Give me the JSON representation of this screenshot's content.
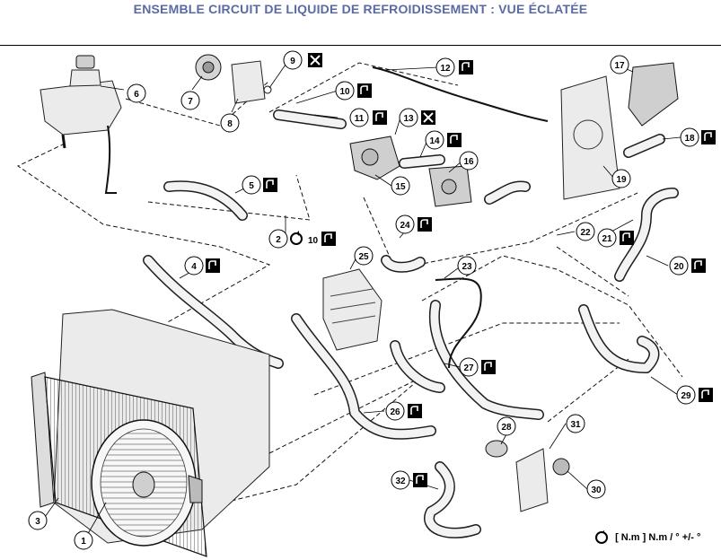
{
  "title": "ENSEMBLE CIRCUIT DE LIQUIDE DE REFROIDISSEMENT : VUE ÉCLATÉE",
  "legend": {
    "icon": "torque-icon",
    "text": "[ N.m ] N.m / ° +/- °"
  },
  "callouts": [
    {
      "num": "1"
    },
    {
      "num": "2",
      "suffix": "10",
      "icons": [
        "torque-icon",
        "replace-icon"
      ]
    },
    {
      "num": "3"
    },
    {
      "num": "4",
      "icons": [
        "replace-icon"
      ]
    },
    {
      "num": "5",
      "icons": [
        "replace-icon"
      ]
    },
    {
      "num": "6"
    },
    {
      "num": "7"
    },
    {
      "num": "8"
    },
    {
      "num": "9",
      "icons": [
        "do-not-reuse-icon"
      ]
    },
    {
      "num": "10",
      "icons": [
        "replace-icon"
      ]
    },
    {
      "num": "11",
      "icons": [
        "replace-icon"
      ]
    },
    {
      "num": "12",
      "icons": [
        "replace-icon"
      ]
    },
    {
      "num": "13",
      "icons": [
        "do-not-reuse-icon"
      ]
    },
    {
      "num": "14",
      "icons": [
        "replace-icon"
      ]
    },
    {
      "num": "15"
    },
    {
      "num": "16"
    },
    {
      "num": "17"
    },
    {
      "num": "18",
      "icons": [
        "replace-icon"
      ]
    },
    {
      "num": "19"
    },
    {
      "num": "20",
      "icons": [
        "replace-icon"
      ]
    },
    {
      "num": "21",
      "icons": [
        "replace-icon"
      ]
    },
    {
      "num": "22"
    },
    {
      "num": "23"
    },
    {
      "num": "24",
      "icons": [
        "replace-icon"
      ]
    },
    {
      "num": "25"
    },
    {
      "num": "26",
      "icons": [
        "replace-icon"
      ]
    },
    {
      "num": "27",
      "icons": [
        "replace-icon"
      ]
    },
    {
      "num": "28"
    },
    {
      "num": "29",
      "icons": [
        "replace-icon"
      ]
    },
    {
      "num": "30"
    },
    {
      "num": "31"
    },
    {
      "num": "32",
      "icons": [
        "replace-icon"
      ]
    }
  ]
}
